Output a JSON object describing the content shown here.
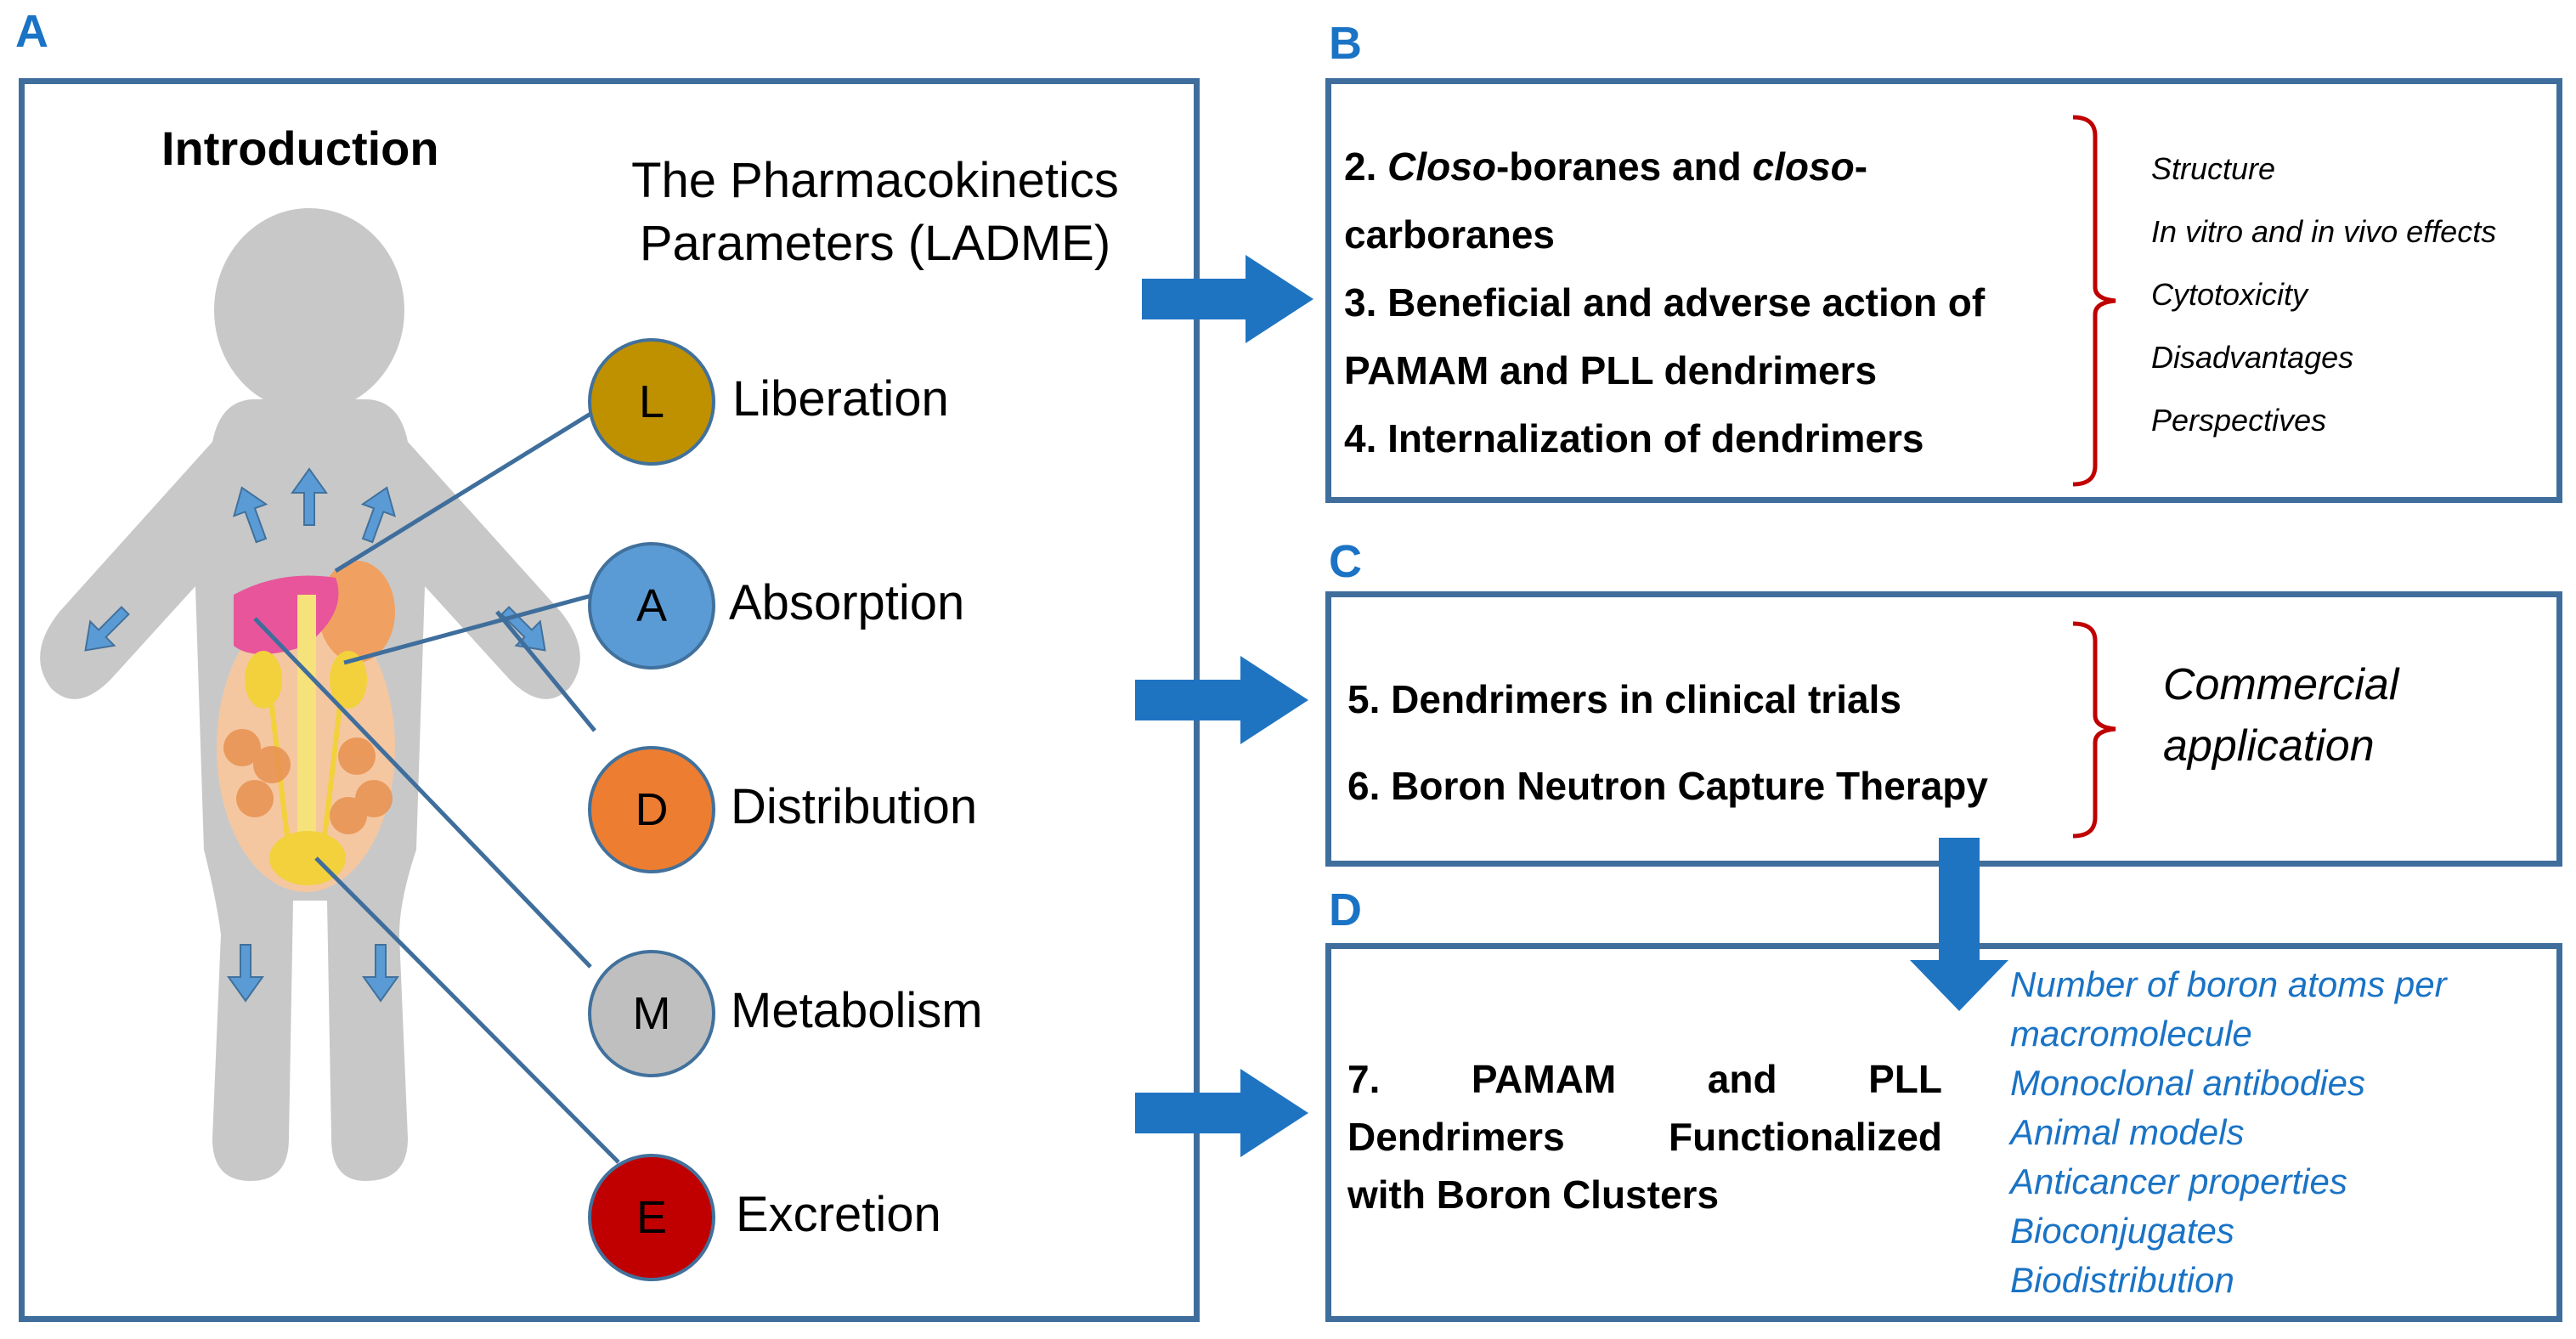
{
  "panels": {
    "a": {
      "letter": "A",
      "title": "Introduction",
      "ladme_title_line1": "The Pharmacokinetics",
      "ladme_title_line2": "Parameters (LADME)",
      "stages": [
        {
          "letter": "L",
          "label": "Liberation",
          "color": "#bf9000"
        },
        {
          "letter": "A",
          "label": "Absorption",
          "color": "#5b9bd5"
        },
        {
          "letter": "D",
          "label": "Distribution",
          "color": "#ed7d31"
        },
        {
          "letter": "M",
          "label": "Metabolism",
          "color": "#bfbfbf"
        },
        {
          "letter": "E",
          "label": "Excretion",
          "color": "#c00000"
        }
      ]
    },
    "b": {
      "letter": "B",
      "item2_prefix": "2. ",
      "item2_closo1": "Closo",
      "item2_mid": "-boranes and ",
      "item2_closo2": "closo",
      "item2_dash": "-",
      "item2_line2": "carboranes",
      "item3_line1": "3. Beneficial and adverse action of",
      "item3_line2": "PAMAM and PLL dendrimers",
      "item4": "4. Internalization of dendrimers",
      "aspects": [
        "Structure",
        "In vitro and in vivo effects",
        "Cytotoxicity",
        "Disadvantages",
        "Perspectives"
      ]
    },
    "c": {
      "letter": "C",
      "item5": "5. Dendrimers in clinical trials",
      "item6": "6. Boron Neutron Capture Therapy",
      "commercial_line1": "Commercial",
      "commercial_line2": "application"
    },
    "d": {
      "letter": "D",
      "item7_line1_w1": "7.",
      "item7_line1_w2": "PAMAM",
      "item7_line1_w3": "and",
      "item7_line1_w4": "PLL",
      "item7_line2_w1": "Dendrimers",
      "item7_line2_w2": "Functionalized",
      "item7_line3": "with Boron Clusters",
      "topics": [
        "Number of boron atoms per",
        "macromolecule",
        "Monoclonal antibodies",
        "Animal models",
        "Anticancer properties",
        "Bioconjugates",
        "Biodistribution"
      ]
    }
  },
  "colors": {
    "panel_border": "#3f6e9c",
    "panel_letter": "#1a73c5",
    "arrow": "#1f74c2",
    "bracket": "#c00000",
    "silhouette": "#c8c8c8",
    "leader_line": "#3f6e9c"
  }
}
